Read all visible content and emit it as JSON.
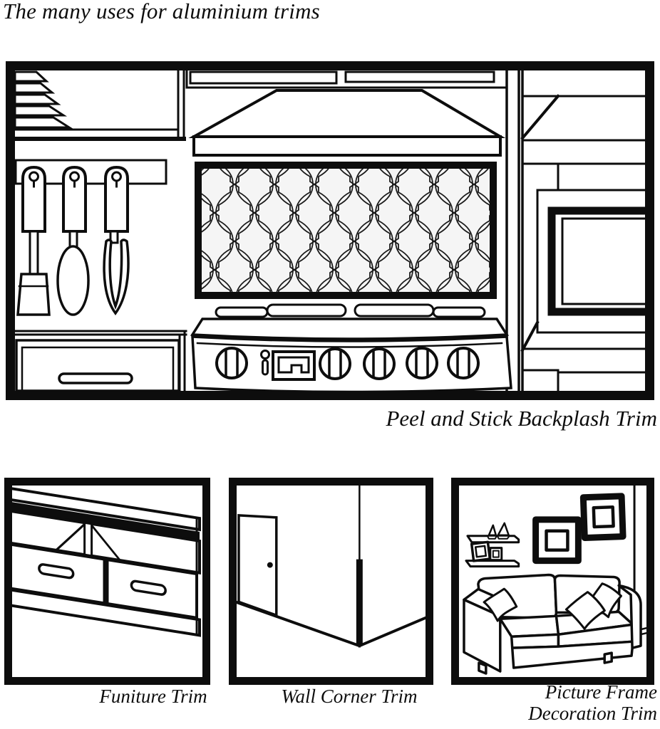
{
  "title": "The many uses for aluminium trims",
  "main_panel": {
    "caption": "Peel and Stick Backplash Trim",
    "label": "kitchen line drawing with range hood, arabesque tile backsplash, stove, hanging utensils and cabinets"
  },
  "panels": [
    {
      "caption": "Funiture Trim",
      "label": "line drawing of a TV stand with aluminium edge trim, open shelves and two drawers"
    },
    {
      "caption": "Wall Corner Trim",
      "label": "line drawing of a room corner with a door and aluminium corner trim"
    },
    {
      "caption_line1": "Picture Frame",
      "caption_line2": "Decoration Trim",
      "label": "line drawing of a living room sofa, shelves and trimmed picture frames"
    }
  ],
  "colors": {
    "ink": "#0d0d0d",
    "paper": "#ffffff",
    "tile_background": "#f5f5f5"
  }
}
